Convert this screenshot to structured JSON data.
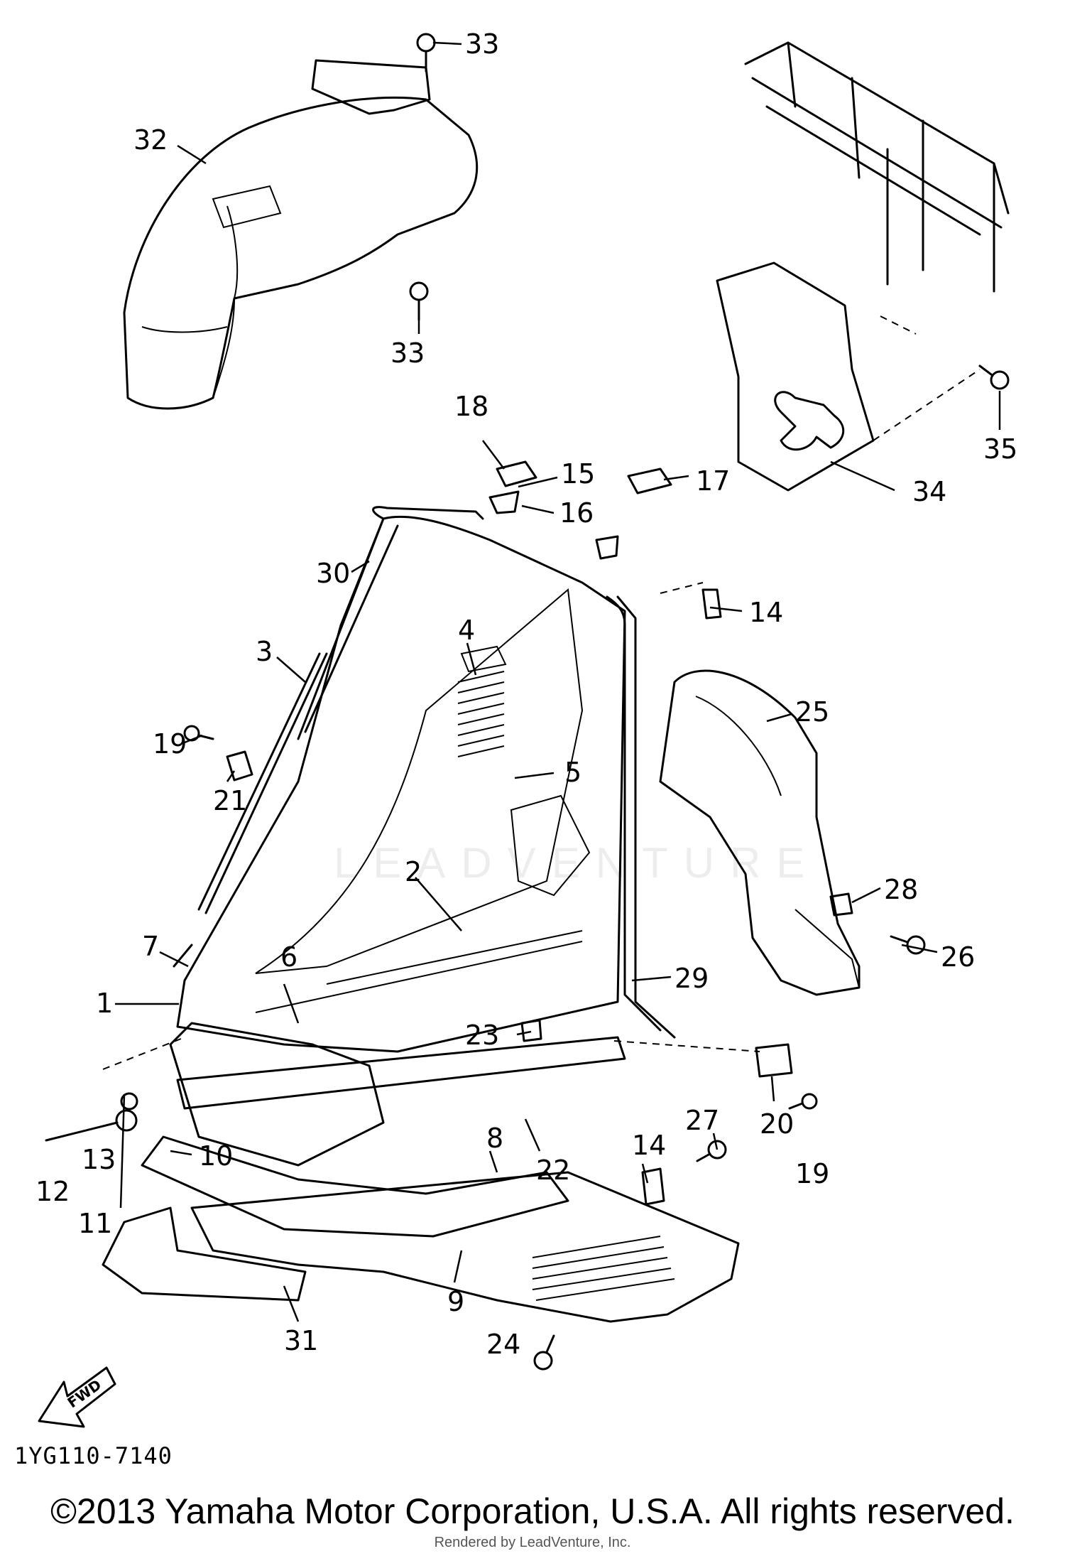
{
  "diagram": {
    "callouts": [
      "1",
      "2",
      "3",
      "4",
      "5",
      "6",
      "7",
      "8",
      "9",
      "10",
      "11",
      "12",
      "13",
      "14",
      "14",
      "15",
      "16",
      "17",
      "18",
      "19",
      "19",
      "20",
      "21",
      "22",
      "23",
      "24",
      "25",
      "26",
      "27",
      "28",
      "29",
      "30",
      "31",
      "32",
      "33",
      "33",
      "34",
      "35"
    ],
    "fwd_label": "FWD",
    "drawing_code": "1YG110-7140",
    "watermark": "LEADVENTURE"
  },
  "footer": {
    "copyright": "©2013 Yamaha Motor Corporation, U.S.A. All rights reserved.",
    "credit": "Rendered by LeadVenture, Inc."
  },
  "colors": {
    "ink": "#000000",
    "paper": "#ffffff"
  }
}
